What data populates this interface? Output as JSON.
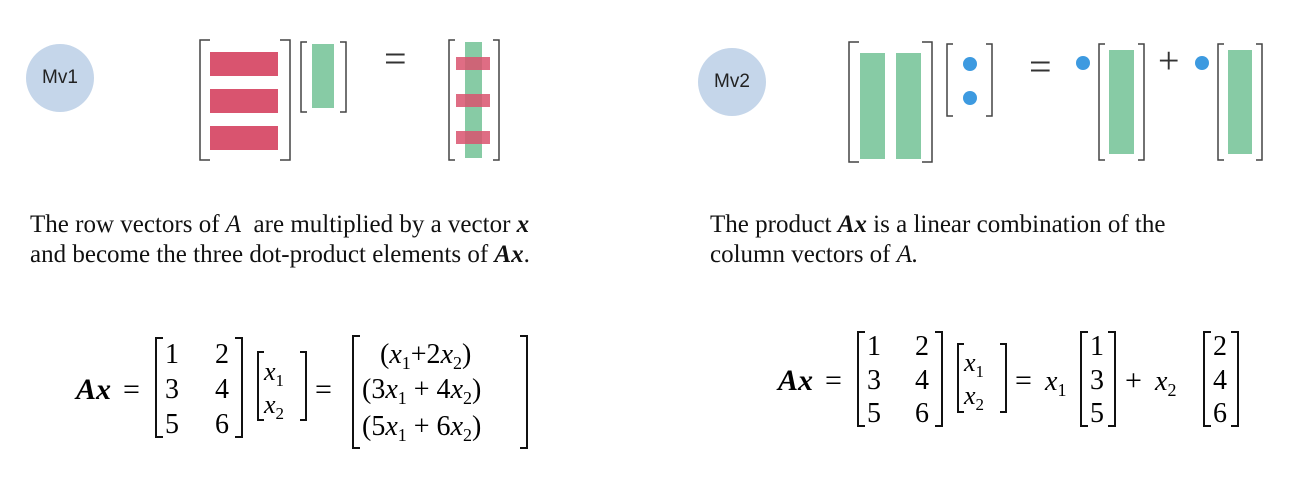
{
  "colors": {
    "row_fill": "#d9546f",
    "col_fill": "#87cba5",
    "dot": "#3d9ae0",
    "badge": "#c5d6ea",
    "bracket": "#444444"
  },
  "left": {
    "badge": "Mv1",
    "equals": "=",
    "caption": {
      "line1_a": "The row vectors of ",
      "line1_A": "A",
      "line1_b": "  are multiplied by a vector ",
      "line1_x": "x",
      "line2_a": "and become the three dot-product elements of ",
      "line2_Ax": "Ax",
      "line2_b": "."
    },
    "equation": {
      "lhs": "Ax",
      "eq": "=",
      "A": [
        [
          "1",
          "2"
        ],
        [
          "3",
          "4"
        ],
        [
          "5",
          "6"
        ]
      ],
      "x": [
        "x1",
        "x2"
      ],
      "result": [
        {
          "open": "(",
          "c": "",
          "v1": "x",
          "s1": "1",
          "op": "+2",
          "v2": "x",
          "s2": "2",
          "close": ")"
        },
        {
          "open": "(",
          "c": "3",
          "v1": "x",
          "s1": "1",
          "op": " + 4",
          "v2": "x",
          "s2": "2",
          "close": ")"
        },
        {
          "open": "(",
          "c": "5",
          "v1": "x",
          "s1": "1",
          "op": " + 6",
          "v2": "x",
          "s2": "2",
          "close": ")"
        }
      ]
    }
  },
  "right": {
    "badge": "Mv2",
    "equals": "=",
    "plus": "+",
    "caption": {
      "line1_a": "The product ",
      "line1_Ax": "Ax",
      "line1_b": " is a linear combination of the",
      "line2_a": "column vectors of ",
      "line2_A": "A.",
      "line2_b": ""
    },
    "equation": {
      "lhs": "Ax",
      "eq": "=",
      "A": [
        [
          "1",
          "2"
        ],
        [
          "3",
          "4"
        ],
        [
          "5",
          "6"
        ]
      ],
      "x": [
        "x1",
        "x2"
      ],
      "col1": [
        "1",
        "3",
        "5"
      ],
      "col2": [
        "2",
        "4",
        "6"
      ],
      "coef1": "x1",
      "coef2": "x2",
      "plus": "+"
    }
  }
}
